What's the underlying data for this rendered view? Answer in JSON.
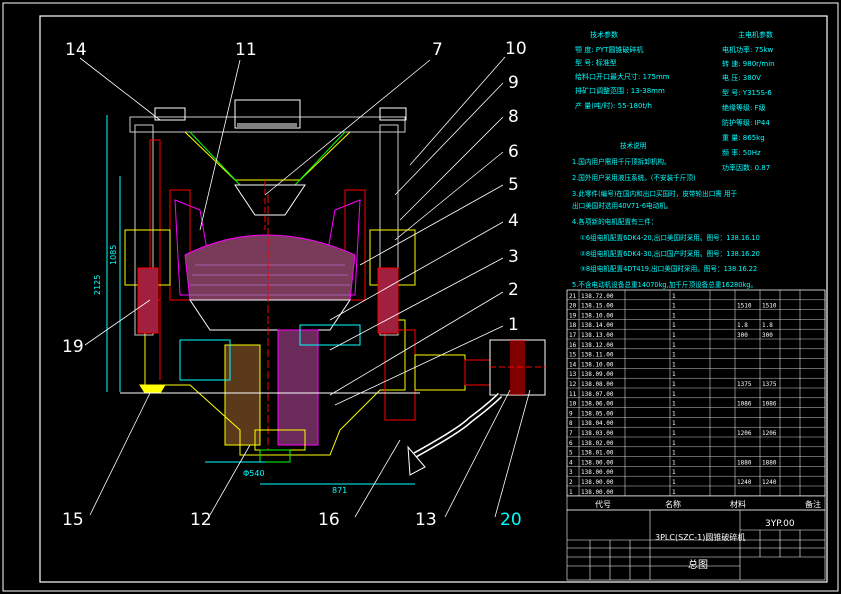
{
  "balloons": {
    "b14": "14",
    "b11": "11",
    "b7": "7",
    "b10": "10",
    "b9": "9",
    "b8": "8",
    "b6": "6",
    "b5": "5",
    "b4": "4",
    "b3": "3",
    "b2": "2",
    "b1": "1",
    "b19": "19",
    "b15": "15",
    "b12": "12",
    "b16": "16",
    "b13": "13",
    "b20": "20"
  },
  "dims": {
    "height_total": "2125",
    "height_inner": "1085",
    "width_lower": "871",
    "width_bottom": "Φ540"
  },
  "tech_params": {
    "title": "技术参数",
    "lines": [
      "颚 度: PYT圆锥破碎机",
      "型 号: 标准型",
      "给料口开口最大尺寸: 175mm",
      "排矿口调整范围 : 13-38mm",
      "产 量(吨/时): 55-180t/h"
    ]
  },
  "motor_params": {
    "title": "主电机参数",
    "lines": [
      "电机功率: 75kw",
      "转 速: 980r/min",
      "电 压: 380V",
      "型 号: Y315S-6",
      "绝缘等级: F级",
      "防护等级: IP44",
      "重 量: 865kg",
      "频 率: 50Hz",
      "功率因数: 0.87"
    ]
  },
  "tech_notes": {
    "title": "技术说明",
    "lines": [
      "1.国内用户需用千斤顶拆卸机构。",
      "2.国外用户采用液压系统。(不安装千斤顶)",
      "3.此零件(编号)在国内和出口买国时，皮带轮出口需 用于",
      "出口美国时选用40V71-6电动机。",
      "4.各项新的电机配置有三件：",
      "①6组电机配置6DK4-20,出口美国时采用。图号：138.16.10",
      "②8组电机配置6DK4-30,出口国产时采用。图号：138.16.20",
      "③8组电机配置4DT419,出口美国时采用。图号：138.16.22",
      "5.不含电动机设备总重14070kg,加千斤顶设备总重16280kg。"
    ]
  },
  "bom": {
    "rows": [
      [
        "21",
        "138.72.00",
        "",
        "1",
        "",
        "",
        "",
        ""
      ],
      [
        "20",
        "138.15.00",
        "",
        "1",
        "",
        "1510",
        "1510",
        ""
      ],
      [
        "19",
        "138.10.00",
        "",
        "1",
        "",
        "",
        "",
        ""
      ],
      [
        "18",
        "138.14.00",
        "",
        "1",
        "",
        "1.8",
        "1.8",
        ""
      ],
      [
        "17",
        "138.13.00",
        "",
        "1",
        "",
        "300",
        "300",
        ""
      ],
      [
        "16",
        "138.12.00",
        "",
        "1",
        "",
        "",
        "",
        ""
      ],
      [
        "15",
        "138.11.00",
        "",
        "1",
        "",
        "",
        "",
        ""
      ],
      [
        "14",
        "138.10.00",
        "",
        "1",
        "",
        "",
        "",
        ""
      ],
      [
        "13",
        "138.09.00",
        "",
        "1",
        "",
        "",
        "",
        ""
      ],
      [
        "12",
        "138.08.00",
        "",
        "1",
        "",
        "1375",
        "1375",
        ""
      ],
      [
        "11",
        "138.07.00",
        "",
        "1",
        "",
        "",
        "",
        ""
      ],
      [
        "10",
        "138.06.00",
        "",
        "1",
        "",
        "1086",
        "1086",
        ""
      ],
      [
        "9",
        "138.05.00",
        "",
        "1",
        "",
        "",
        "",
        ""
      ],
      [
        "8",
        "138.04.00",
        "",
        "1",
        "",
        "",
        "",
        ""
      ],
      [
        "7",
        "138.03.00",
        "",
        "1",
        "",
        "1206",
        "1206",
        ""
      ],
      [
        "6",
        "138.02.00",
        "",
        "1",
        "",
        "",
        "",
        ""
      ],
      [
        "5",
        "138.01.00",
        "",
        "1",
        "",
        "",
        "",
        ""
      ],
      [
        "4",
        "138.00.00",
        "",
        "1",
        "",
        "1880",
        "1880",
        ""
      ],
      [
        "3",
        "138.00.00",
        "",
        "1",
        "",
        "",
        "",
        ""
      ],
      [
        "2",
        "138.00.00",
        "",
        "1",
        "",
        "1240",
        "1240",
        ""
      ],
      [
        "1",
        "138.00.00",
        "",
        "1",
        "",
        "",
        "",
        ""
      ]
    ],
    "header": {
      "code": "代号",
      "name": "名称",
      "material": "材料",
      "remark": "备注"
    }
  },
  "title_block": {
    "product": "3PLC(SZC-1)圆锥破碎机",
    "drawing_no": "3YP.00",
    "sheet_title": "总图"
  }
}
